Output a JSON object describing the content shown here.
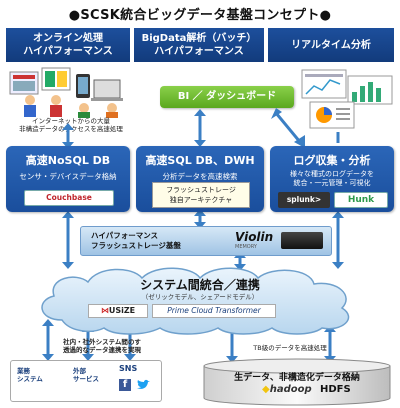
{
  "title": "●SCSK統合ビッグデータ基盤コンセプト●",
  "headers": [
    {
      "line1": "オンライン処理",
      "line2": "ハイパフォーマンス"
    },
    {
      "line1": "BigData解析（バッチ）",
      "line2": "ハイパフォーマンス"
    },
    {
      "line1": "リアルタイム分析",
      "line2": ""
    }
  ],
  "bi": {
    "label": "BI ／ ダッシュボード"
  },
  "internet_note": {
    "line1": "インターネットからの大量",
    "line2": "非構造データのアクセスを高速処理"
  },
  "nosql": {
    "title": "高速NoSQL DB",
    "desc": "センサ・デバイスデータ格納",
    "product": "Couchbase"
  },
  "sqldb": {
    "title": "高速SQL DB、DWH",
    "desc": "分析データを高速検索",
    "sub1": "フラッシュストレージ",
    "sub2": "独自アーキテクチャ"
  },
  "log": {
    "title": "ログ収集・分析",
    "desc1": "様々な種式のログデータを",
    "desc2": "統合・一元管理・可視化",
    "product1": "splunk>",
    "product2": "Hunk"
  },
  "flash": {
    "line1": "ハイパフォーマンス",
    "line2": "フラッシュストレージ基盤",
    "product": "Violin",
    "product_sub": "MEMORY"
  },
  "integration": {
    "title": "システム間統合／連携",
    "subtitle": "（ゼリックモデル、シェアードモデル）",
    "product1": "USiZE",
    "product2": "Prime Cloud Transformer"
  },
  "left_note": {
    "line1": "社内・社外システム間のす",
    "line2": "透過的なデータ連携を実現"
  },
  "right_note": {
    "label": "TB級のデータを高速処理"
  },
  "systems": [
    {
      "line1": "業務",
      "line2": "システム"
    },
    {
      "line1": "外部",
      "line2": "サービス"
    },
    {
      "line1": "SNS",
      "line2": ""
    }
  ],
  "hdfs": {
    "title": "生データ、非構造化データ格納",
    "product": "hadoop",
    "label": "HDFS"
  },
  "colors": {
    "navy": "#123b7c",
    "blue": "#1a4e9c",
    "bi_green": "#6cbf2a",
    "arrow": "#3b7fc4"
  }
}
